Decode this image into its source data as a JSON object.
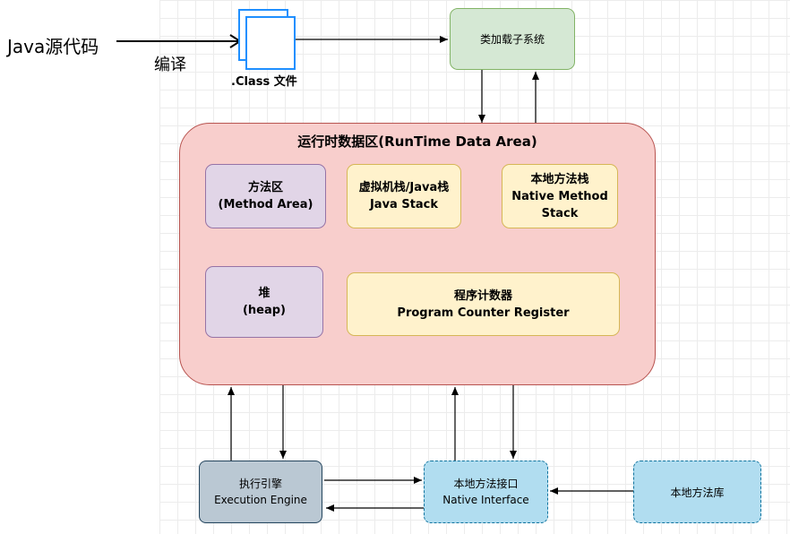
{
  "source": {
    "label": "Java源代码"
  },
  "compile": {
    "label": "编译"
  },
  "class_file": {
    "label": ".Class 文件"
  },
  "class_loader": {
    "label": "类加载子系统"
  },
  "runtime_area": {
    "title": "运行时数据区(RunTime Data Area)",
    "method_area": {
      "line1": "方法区",
      "line2": "(Method Area)"
    },
    "vm_stack": {
      "line1": "虚拟机栈/Java栈",
      "line2": "Java Stack"
    },
    "native_stack": {
      "line1": "本地方法栈",
      "line2": "Native Method",
      "line3": "Stack"
    },
    "heap": {
      "line1": "堆",
      "line2": "(heap)"
    },
    "pc_register": {
      "line1": "程序计数器",
      "line2": "Program Counter Register"
    }
  },
  "execution_engine": {
    "line1": "执行引擎",
    "line2": "Execution Engine"
  },
  "native_interface": {
    "line1": "本地方法接口",
    "line2": "Native Interface"
  },
  "native_library": {
    "label": "本地方法库"
  },
  "colors": {
    "runtime_fill": "#f8cecc",
    "runtime_stroke": "#b85450",
    "purple_fill": "#e1d5e7",
    "purple_stroke": "#9673a6",
    "yellow_fill": "#fff2cc",
    "yellow_stroke": "#d6b656",
    "green_fill": "#d5e8d4",
    "green_stroke": "#82b366",
    "engine_fill": "#bac8d3",
    "engine_stroke": "#23445d",
    "cyan_fill": "#b1ddf0",
    "cyan_stroke": "#10739e",
    "file_blue": "#1f8fff"
  }
}
